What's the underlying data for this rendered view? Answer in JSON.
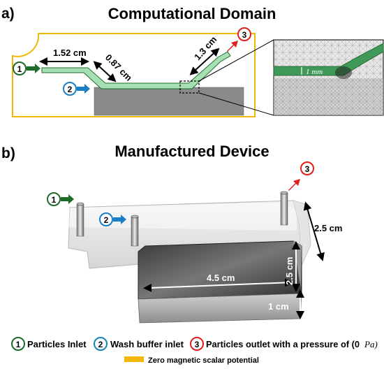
{
  "panel_a": {
    "label": "a)",
    "title": "Computational Domain",
    "dim_inlet": "1.52 cm",
    "dim_diag": "0.87 cm",
    "dim_outlet": "1.3 cm",
    "inset_label": "1 mm",
    "marker_1": "1",
    "marker_2": "2",
    "marker_3": "3"
  },
  "panel_b": {
    "label": "b)",
    "title": "Manufactured Device",
    "marker_1": "1",
    "marker_2": "2",
    "marker_3": "3",
    "dim_height_total": "2.5 cm",
    "dim_length": "4.5 cm",
    "dim_height_magnet": "2.5 cm",
    "dim_thickness": "1 cm"
  },
  "legend": {
    "items": [
      {
        "num": "1",
        "text": "Particles Inlet",
        "color": "#1f6b2a"
      },
      {
        "num": "2",
        "text": "Wash buffer inlet",
        "color": "#1a7fc4"
      },
      {
        "num": "3",
        "text": "Particles outlet with a pressure of (0",
        "color": "#d42020"
      }
    ],
    "pressure_unit": "Pa)",
    "swatch_text": "Zero magnetic scalar potential",
    "swatch_color": "#f2b705"
  },
  "colors": {
    "green": "#1f6b2a",
    "blue": "#1a7fc4",
    "red": "#e02020",
    "channel": "#a7dfb5",
    "boundary": "#f2b705"
  }
}
